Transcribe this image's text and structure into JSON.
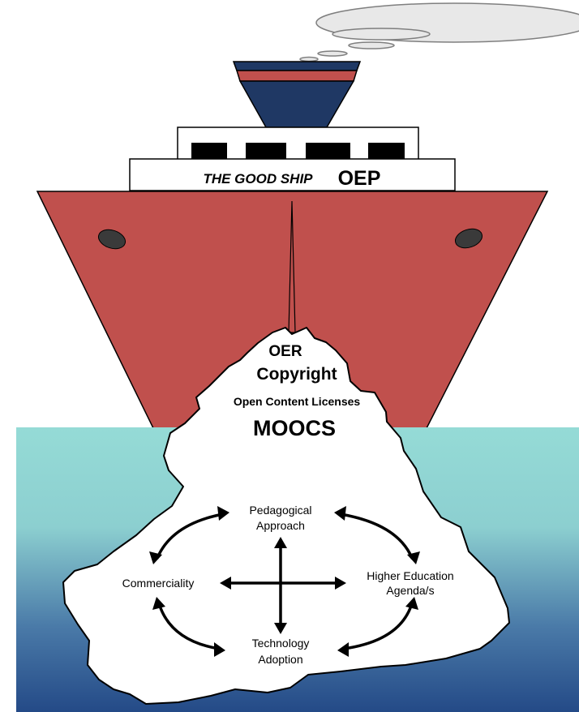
{
  "ship": {
    "name_prefix": "THE GOOD SHIP",
    "name_main": "OEP"
  },
  "iceberg_tip": {
    "line1": "OER",
    "line2": "Copyright",
    "line3": "Open Content Licenses",
    "line4": "MOOCS"
  },
  "iceberg_base": {
    "top": {
      "line1": "Pedagogical",
      "line2": "Approach"
    },
    "left": {
      "line1": "Commerciality"
    },
    "right": {
      "line1": "Higher Education",
      "line2": "Agenda/s"
    },
    "bottom": {
      "line1": "Technology",
      "line2": "Adoption"
    }
  },
  "colors": {
    "hull": "#c0504d",
    "funnel_blue": "#1f3864",
    "funnel_stripe": "#c0504d",
    "water_top": "#95dbd6",
    "water_bottom": "#244a87",
    "smoke": "#e8e8e8"
  }
}
